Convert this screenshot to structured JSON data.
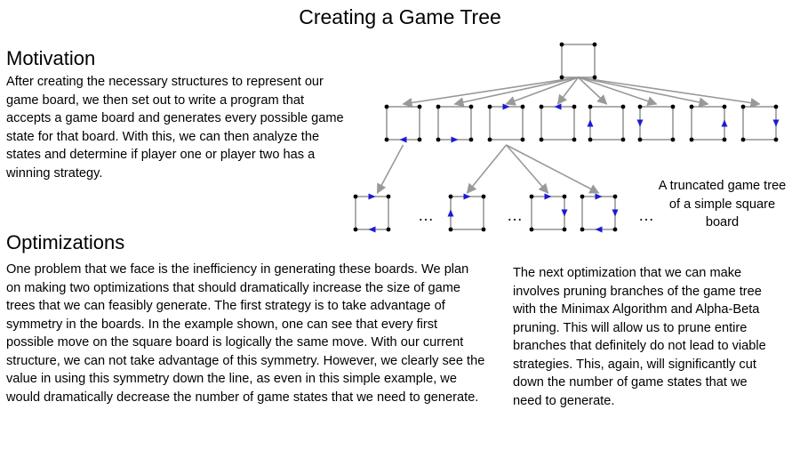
{
  "page": {
    "title": "Creating a Game Tree"
  },
  "motivation": {
    "heading": "Motivation",
    "text": "After creating the necessary structures to represent our game board, we then set out to write a program that accepts a game board and generates every possible game state for that board. With this, we can then analyze the states and determine if player one or player two has a winning strategy."
  },
  "diagram": {
    "caption": "A truncated game tree of a simple square board",
    "ellipsis": "…",
    "edge_color": "#999999",
    "move_color": "#1a1ad6"
  },
  "optimizations": {
    "heading": "Optimizations",
    "text_left": "One problem that we face is the inefficiency in generating these boards. We plan on making two optimizations that should dramatically increase the size of game trees that we can feasibly generate. The first strategy is to take advantage of symmetry in the boards. In the example shown, one can see that every first possible move on the square board is logically the same move. With our current structure, we can not take advantage of this symmetry. However, we clearly see the value in using this symmetry down the line, as even in this simple example, we would dramatically decrease the number of game states that we need to generate.",
    "text_right": "The next optimization that we can make involves pruning branches of the game tree with the Minimax Algorithm and Alpha-Beta pruning. This will allow us to prune entire branches that definitely do not lead to viable strategies. This, again, will significantly cut down the number of game states that we need to generate."
  }
}
